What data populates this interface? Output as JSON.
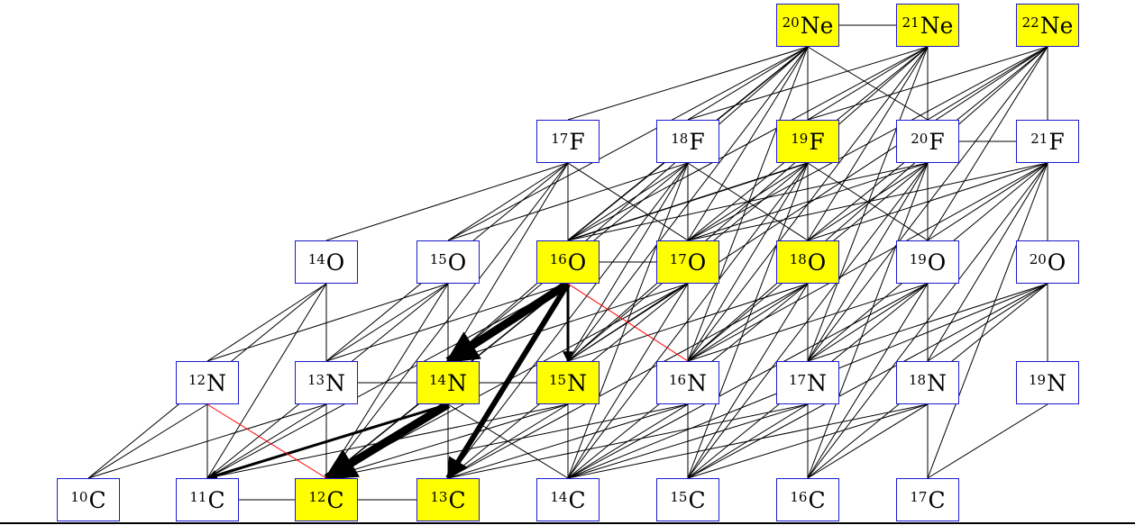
{
  "nodes": [
    {
      "id": "Ne20",
      "mass": "20",
      "el": "Ne",
      "stable": true
    },
    {
      "id": "Ne21",
      "mass": "21",
      "el": "Ne",
      "stable": true
    },
    {
      "id": "Ne22",
      "mass": "22",
      "el": "Ne",
      "stable": true
    },
    {
      "id": "F17",
      "mass": "17",
      "el": "F",
      "stable": false
    },
    {
      "id": "F18",
      "mass": "18",
      "el": "F",
      "stable": false
    },
    {
      "id": "F19",
      "mass": "19",
      "el": "F",
      "stable": true
    },
    {
      "id": "F20",
      "mass": "20",
      "el": "F",
      "stable": false
    },
    {
      "id": "F21",
      "mass": "21",
      "el": "F",
      "stable": false
    },
    {
      "id": "O14",
      "mass": "14",
      "el": "O",
      "stable": false
    },
    {
      "id": "O15",
      "mass": "15",
      "el": "O",
      "stable": false
    },
    {
      "id": "O16",
      "mass": "16",
      "el": "O",
      "stable": true
    },
    {
      "id": "O17",
      "mass": "17",
      "el": "O",
      "stable": true
    },
    {
      "id": "O18",
      "mass": "18",
      "el": "O",
      "stable": true
    },
    {
      "id": "O19",
      "mass": "19",
      "el": "O",
      "stable": false
    },
    {
      "id": "O20",
      "mass": "20",
      "el": "O",
      "stable": false
    },
    {
      "id": "N12",
      "mass": "12",
      "el": "N",
      "stable": false
    },
    {
      "id": "N13",
      "mass": "13",
      "el": "N",
      "stable": false
    },
    {
      "id": "N14",
      "mass": "14",
      "el": "N",
      "stable": true
    },
    {
      "id": "N15",
      "mass": "15",
      "el": "N",
      "stable": true
    },
    {
      "id": "N16",
      "mass": "16",
      "el": "N",
      "stable": false
    },
    {
      "id": "N17",
      "mass": "17",
      "el": "N",
      "stable": false
    },
    {
      "id": "N18",
      "mass": "18",
      "el": "N",
      "stable": false
    },
    {
      "id": "N19",
      "mass": "19",
      "el": "N",
      "stable": false
    },
    {
      "id": "C10",
      "mass": "10",
      "el": "C",
      "stable": false
    },
    {
      "id": "C11",
      "mass": "11",
      "el": "C",
      "stable": false
    },
    {
      "id": "C12",
      "mass": "12",
      "el": "C",
      "stable": true
    },
    {
      "id": "C13",
      "mass": "13",
      "el": "C",
      "stable": true
    },
    {
      "id": "C14",
      "mass": "14",
      "el": "C",
      "stable": false
    },
    {
      "id": "C15",
      "mass": "15",
      "el": "C",
      "stable": false
    },
    {
      "id": "C16",
      "mass": "16",
      "el": "C",
      "stable": false
    },
    {
      "id": "C17",
      "mass": "17",
      "el": "C",
      "stable": false
    }
  ],
  "colors": {
    "stable": "#ffff00",
    "unstable": "#ffffff",
    "border": "#1a1ad0",
    "edge": "#000000",
    "highlight": "#ff0000"
  },
  "edges": [
    [
      "Ne20",
      "Ne21",
      1
    ],
    [
      "Ne20",
      "F17",
      1
    ],
    [
      "Ne20",
      "F18",
      1
    ],
    [
      "Ne20",
      "F19",
      1
    ],
    [
      "Ne20",
      "F20",
      1
    ],
    [
      "Ne20",
      "O15",
      1
    ],
    [
      "Ne20",
      "O16",
      1.5
    ],
    [
      "Ne20",
      "O17",
      1
    ],
    [
      "Ne20",
      "O18",
      1
    ],
    [
      "Ne20",
      "N14",
      1
    ],
    [
      "Ne20",
      "N15",
      1
    ],
    [
      "Ne20",
      "N16",
      1
    ],
    [
      "Ne21",
      "F20",
      1
    ],
    [
      "Ne21",
      "F18",
      1
    ],
    [
      "Ne21",
      "F19",
      1
    ],
    [
      "Ne21",
      "O16",
      1
    ],
    [
      "Ne21",
      "O17",
      1
    ],
    [
      "Ne21",
      "O18",
      1
    ],
    [
      "Ne21",
      "O19",
      1
    ],
    [
      "Ne21",
      "N15",
      1
    ],
    [
      "Ne21",
      "N16",
      1
    ],
    [
      "Ne21",
      "N17",
      1
    ],
    [
      "Ne22",
      "F21",
      1
    ],
    [
      "Ne22",
      "F19",
      1
    ],
    [
      "Ne22",
      "F20",
      1
    ],
    [
      "Ne22",
      "O17",
      1
    ],
    [
      "Ne22",
      "O18",
      1
    ],
    [
      "Ne22",
      "O19",
      1
    ],
    [
      "Ne22",
      "N16",
      1
    ],
    [
      "Ne22",
      "N17",
      1
    ],
    [
      "Ne22",
      "N15",
      1
    ],
    [
      "F17",
      "O14",
      1
    ],
    [
      "F17",
      "O15",
      1
    ],
    [
      "F17",
      "O16",
      1
    ],
    [
      "F17",
      "O17",
      1
    ],
    [
      "F17",
      "N13",
      1
    ],
    [
      "F17",
      "N14",
      1
    ],
    [
      "F17",
      "C12",
      1
    ],
    [
      "F17",
      "N15",
      1
    ],
    [
      "F18",
      "O15",
      1
    ],
    [
      "F18",
      "O16",
      1
    ],
    [
      "F18",
      "O17",
      1
    ],
    [
      "F18",
      "O18",
      1
    ],
    [
      "F18",
      "N14",
      1
    ],
    [
      "F18",
      "N15",
      1
    ],
    [
      "F18",
      "N16",
      1
    ],
    [
      "F18",
      "C13",
      1
    ],
    [
      "F18",
      "C14",
      1
    ],
    [
      "F19",
      "O16",
      1.5
    ],
    [
      "F19",
      "O17",
      1
    ],
    [
      "F19",
      "O18",
      1
    ],
    [
      "F19",
      "O19",
      1
    ],
    [
      "F19",
      "N15",
      1
    ],
    [
      "F19",
      "N16",
      1
    ],
    [
      "F19",
      "N17",
      1
    ],
    [
      "F19",
      "C14",
      1
    ],
    [
      "F19",
      "C15",
      1
    ],
    [
      "F20",
      "F21",
      1
    ],
    [
      "F20",
      "O17",
      1
    ],
    [
      "F20",
      "O18",
      1
    ],
    [
      "F20",
      "O19",
      1
    ],
    [
      "F20",
      "N16",
      1
    ],
    [
      "F20",
      "N17",
      1
    ],
    [
      "F20",
      "N18",
      1
    ],
    [
      "F20",
      "C15",
      1
    ],
    [
      "F20",
      "C16",
      1
    ],
    [
      "F20",
      "O16",
      1
    ],
    [
      "F21",
      "O20",
      1
    ],
    [
      "F21",
      "O18",
      1
    ],
    [
      "F21",
      "O19",
      1
    ],
    [
      "F21",
      "N17",
      1
    ],
    [
      "F21",
      "N18",
      1
    ],
    [
      "F21",
      "N16",
      1
    ],
    [
      "F21",
      "C16",
      1
    ],
    [
      "F21",
      "C17",
      1
    ],
    [
      "F21",
      "O17",
      1
    ],
    [
      "O14",
      "N12",
      1
    ],
    [
      "O14",
      "N13",
      1
    ],
    [
      "O14",
      "C10",
      1
    ],
    [
      "O14",
      "C11",
      1
    ],
    [
      "O15",
      "N12",
      1
    ],
    [
      "O15",
      "N13",
      1
    ],
    [
      "O15",
      "N14",
      1
    ],
    [
      "O15",
      "C11",
      1
    ],
    [
      "O15",
      "C12",
      1
    ],
    [
      "O15",
      "C13",
      1
    ],
    [
      "O16",
      "N14",
      9
    ],
    [
      "O16",
      "N15",
      3
    ],
    [
      "O16",
      "C12",
      1.5
    ],
    [
      "O16",
      "C13",
      6
    ],
    [
      "O16",
      "N13",
      1
    ],
    [
      "O16",
      "C11",
      1
    ],
    [
      "O16",
      "O17",
      1
    ],
    [
      "O16",
      "C14",
      1
    ],
    [
      "O17",
      "N14",
      1
    ],
    [
      "O17",
      "N15",
      1
    ],
    [
      "O17",
      "N16",
      1
    ],
    [
      "O17",
      "C13",
      1
    ],
    [
      "O17",
      "C14",
      1
    ],
    [
      "O17",
      "C12",
      1
    ],
    [
      "O18",
      "N15",
      1
    ],
    [
      "O18",
      "N16",
      1
    ],
    [
      "O18",
      "N17",
      1
    ],
    [
      "O18",
      "C14",
      1
    ],
    [
      "O18",
      "C15",
      1
    ],
    [
      "O18",
      "C13",
      1
    ],
    [
      "O19",
      "N16",
      1
    ],
    [
      "O19",
      "N17",
      1
    ],
    [
      "O19",
      "N18",
      1
    ],
    [
      "O19",
      "C15",
      1
    ],
    [
      "O19",
      "C16",
      1
    ],
    [
      "O19",
      "C14",
      1
    ],
    [
      "O20",
      "N19",
      1
    ],
    [
      "O20",
      "N17",
      1
    ],
    [
      "O20",
      "N18",
      1
    ],
    [
      "O20",
      "C16",
      1
    ],
    [
      "O20",
      "C15",
      1
    ],
    [
      "O20",
      "C14",
      1
    ],
    [
      "N12",
      "C10",
      1
    ],
    [
      "N12",
      "C11",
      1
    ],
    [
      "N13",
      "N14",
      1
    ],
    [
      "N13",
      "C11",
      1
    ],
    [
      "N13",
      "C12",
      1
    ],
    [
      "N13",
      "C10",
      1
    ],
    [
      "N14",
      "C12",
      9
    ],
    [
      "N14",
      "C11",
      3
    ],
    [
      "N14",
      "C13",
      1
    ],
    [
      "N14",
      "C14",
      1
    ],
    [
      "N14",
      "N15",
      1
    ],
    [
      "N15",
      "C11",
      1
    ],
    [
      "N15",
      "C12",
      1
    ],
    [
      "N15",
      "C13",
      1
    ],
    [
      "N15",
      "C14",
      1
    ],
    [
      "N16",
      "C12",
      1
    ],
    [
      "N16",
      "C13",
      1
    ],
    [
      "N16",
      "C14",
      1
    ],
    [
      "N16",
      "C15",
      1
    ],
    [
      "N17",
      "C14",
      1
    ],
    [
      "N17",
      "C15",
      1
    ],
    [
      "N17",
      "C16",
      1
    ],
    [
      "N17",
      "C13",
      1
    ],
    [
      "N18",
      "C15",
      1
    ],
    [
      "N18",
      "C16",
      1
    ],
    [
      "N18",
      "C17",
      1
    ],
    [
      "N18",
      "C14",
      1
    ],
    [
      "N19",
      "C17",
      1
    ],
    [
      "C11",
      "C12",
      1
    ],
    [
      "C12",
      "C13",
      1
    ]
  ],
  "highlight_edges": [
    [
      "O16",
      "N16"
    ],
    [
      "N12",
      "C12"
    ]
  ]
}
